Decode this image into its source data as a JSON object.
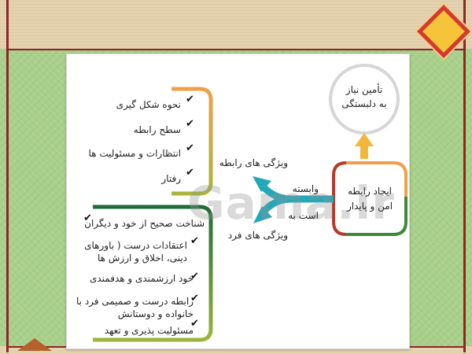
{
  "circle_node": {
    "line1": "تأمین نیاز",
    "line2": "به دلبستگی"
  },
  "center_node": {
    "line1": "ایجاد رابطه",
    "line2": "امن و پایدار"
  },
  "connector": {
    "line1": "وابسته",
    "line2": "است به"
  },
  "branch_relationship": {
    "label": "ویژگی های رابطه",
    "items": [
      "نحوه شکل گیری",
      "سطح رابطه",
      "انتظارات و مسئولیت ها",
      "رفتار"
    ]
  },
  "branch_individual": {
    "label": "ویژگی های فرد",
    "items": [
      {
        "line1": "شناخت صحیح از خود و دیگران"
      },
      {
        "line1": "اعتقادات درست ( باورهای",
        "line2": "دینی، اخلاق و ارزش ها"
      },
      {
        "line1": "خود ارزشمندی و هدفمندی"
      },
      {
        "line1": "رابطه درست و صمیمی فرد با",
        "line2": "خانواده و دوستانش"
      },
      {
        "line1": "مسئولیت پذیری و تعهد"
      }
    ]
  },
  "watermark": "Gama.ir",
  "colors": {
    "orange": "#f0a04b",
    "green": "#2e6b30",
    "teal": "#23a8b8",
    "yellow_arrow": "#f2b63a",
    "frame_red": "#8e2424"
  },
  "icons": {
    "check": "✔"
  }
}
